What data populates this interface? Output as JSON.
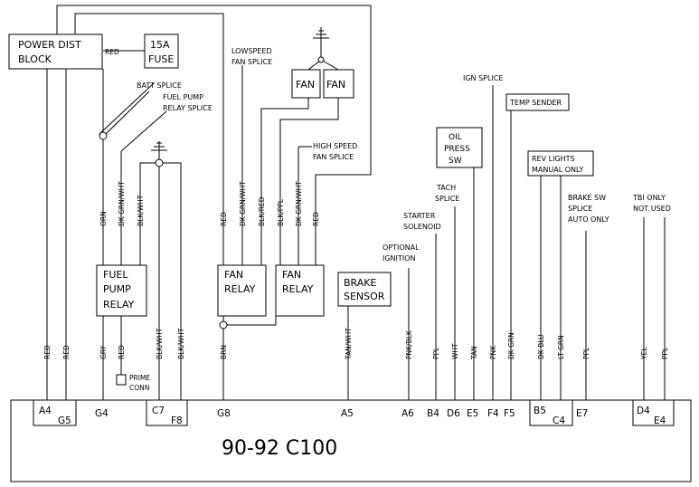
{
  "components": {
    "power_dist": [
      "POWER DIST",
      "BLOCK"
    ],
    "fuse": [
      "15A",
      "FUSE"
    ],
    "fan1": "FAN",
    "fan2": "FAN",
    "fuel_pump_relay": [
      "FUEL",
      "PUMP",
      "RELAY"
    ],
    "fan_relay_1": [
      "FAN",
      "RELAY"
    ],
    "fan_relay_2": [
      "FAN",
      "RELAY"
    ],
    "brake_sensor": [
      "BRAKE",
      "SENSOR"
    ],
    "oil_press_sw": [
      "OIL",
      "PRESS",
      "SW"
    ],
    "temp_sender": "TEMP SENDER",
    "rev_lights": [
      "REV LIGHTS",
      "MANUAL ONLY"
    ],
    "prime_conn": [
      "PRIME",
      "CONN"
    ]
  },
  "labels": {
    "red_fuse": "RED",
    "batt_splice": "BATT SPLICE",
    "fuel_pump_relay_splice": [
      "FUEL PUMP",
      "RELAY SPLICE"
    ],
    "lowspeed_fan_splice": [
      "LOWSPEED",
      "FAN SPLICE"
    ],
    "high_speed_fan_splice": [
      "HIGH SPEED",
      "FAN SPLICE"
    ],
    "ign_splice": "IGN SPLICE",
    "tach_splice": [
      "TACH",
      "SPLICE"
    ],
    "starter_solenoid": [
      "STARTER",
      "SOLENOID"
    ],
    "optional_ignition": [
      "OPTIONAL",
      "IGNITION"
    ],
    "brake_sw_splice": [
      "BRAKE SW",
      "SPLICE",
      "AUTO ONLY"
    ],
    "tbi_only": [
      "TBI ONLY",
      "NOT USED"
    ]
  },
  "wire_colors_upper": {
    "orn": "ORN",
    "dkgrnwht1": "DK GRN/WHT",
    "blkwht1": "BLK/WHT",
    "red_fr1": "RED",
    "dkgrnwht2": "DK GRN/WHT",
    "blkred": "BLK/RED",
    "blkppl": "BLK/PPL",
    "dkgrnwht3": "DK GRN/WHT",
    "red_fr2": "RED"
  },
  "wire_colors_lower": {
    "a4": "RED",
    "g5": "RED",
    "g4": "GRY",
    "prime": "RED",
    "c7": "BLK/WHT",
    "f8": "BLK/WHT",
    "g8": "BRN",
    "a5": "TAN/WHT",
    "a6": "PNK/BLK",
    "b4": "PPL",
    "d6": "WHT",
    "e5": "TAN",
    "f4": "PNK",
    "f5": "DK GRN",
    "b5": "DK BLU",
    "c4": "LT GRN",
    "e7": "PPL",
    "d4": "YEL",
    "e4": "PPL"
  },
  "pins": {
    "a4": "A4",
    "g5": "G5",
    "g4": "G4",
    "c7": "C7",
    "f8": "F8",
    "g8": "G8",
    "a5": "A5",
    "a6": "A6",
    "b4": "B4",
    "d6": "D6",
    "e5": "E5",
    "f4": "F4",
    "f5": "F5",
    "b5": "B5",
    "c4": "C4",
    "e7": "E7",
    "d4": "D4",
    "e4": "E4"
  },
  "connector_title": "90-92 C100"
}
